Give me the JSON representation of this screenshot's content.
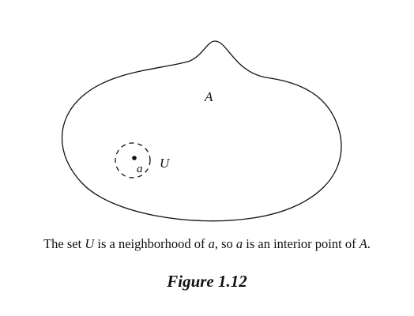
{
  "figure": {
    "set_label": "A",
    "neighborhood_label": "U",
    "point_label": "a"
  },
  "caption": {
    "part1": "The set ",
    "var_U": "U",
    "part2": " is a neighborhood of ",
    "var_a1": "a",
    "part3": ", so ",
    "var_a2": "a",
    "part4": " is an interior point of ",
    "var_A": "A",
    "part5": "."
  },
  "figure_number": "Figure 1.12"
}
